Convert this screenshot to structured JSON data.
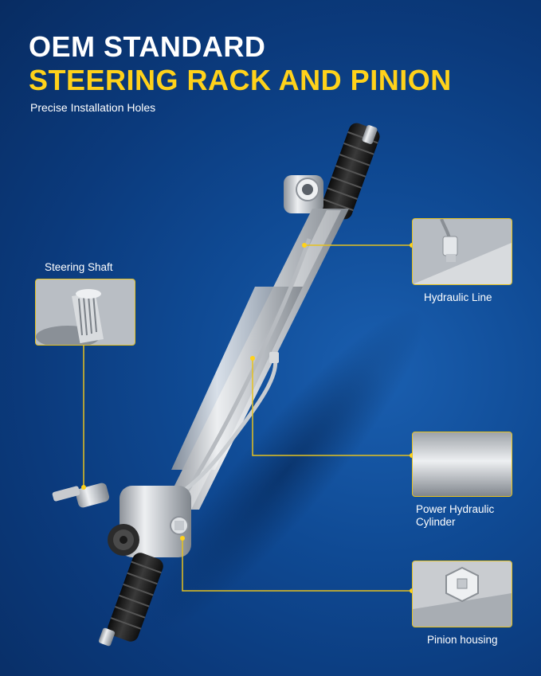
{
  "heading": {
    "line1": "OEM STANDARD",
    "line2": "STEERING RACK AND PINION",
    "subtitle": "Precise Installation Holes"
  },
  "callouts": {
    "steering_shaft": "Steering Shaft",
    "hydraulic_line": "Hydraulic Line",
    "power_cylinder_line1": "Power Hydraulic",
    "power_cylinder_line2": "Cylinder",
    "pinion_housing": "Pinion housing"
  },
  "colors": {
    "accent": "#ffd21a",
    "background": "#0f4a94",
    "metal": "#c8cbcf",
    "boot": "#1b1b1b"
  }
}
